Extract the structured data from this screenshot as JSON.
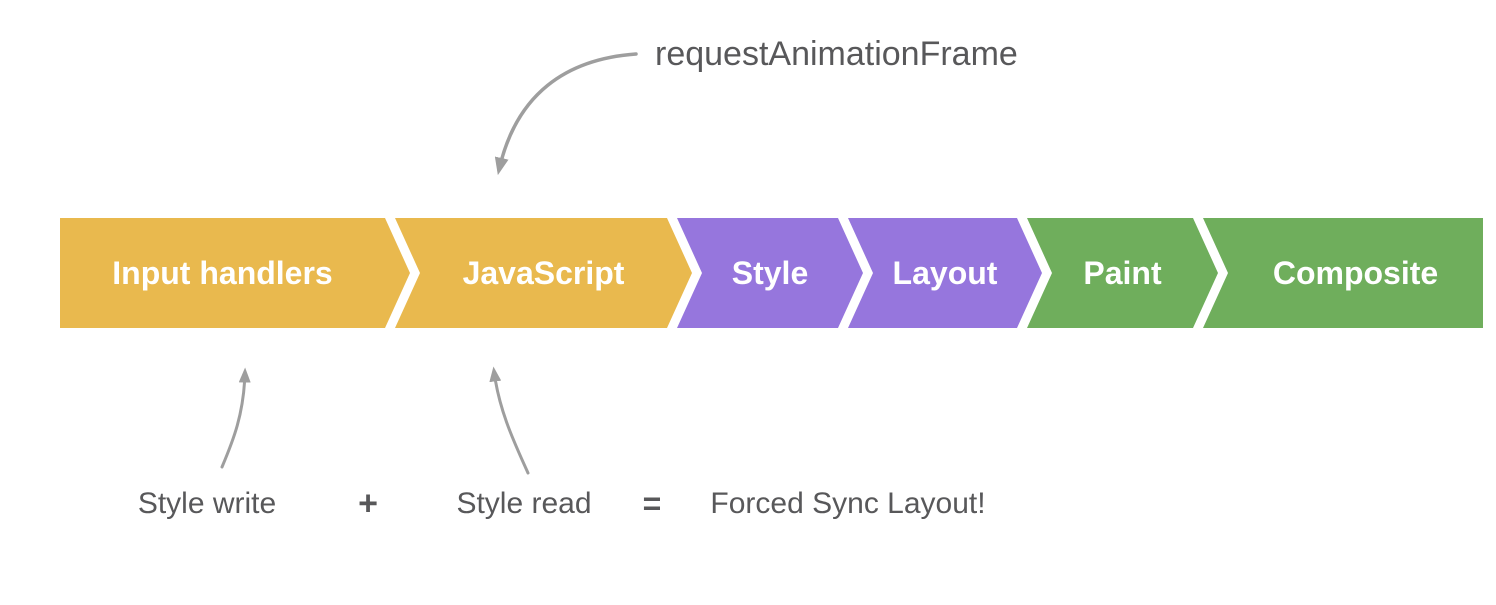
{
  "diagram": {
    "raf_label": "requestAnimationFrame",
    "pipeline": [
      {
        "label": "Input handlers",
        "color": "#E9B94E"
      },
      {
        "label": "JavaScript",
        "color": "#E9B94E"
      },
      {
        "label": "Style",
        "color": "#9676DD"
      },
      {
        "label": "Layout",
        "color": "#9676DD"
      },
      {
        "label": "Paint",
        "color": "#6FAE5C"
      },
      {
        "label": "Composite",
        "color": "#6FAE5C"
      }
    ],
    "equation": {
      "term1": "Style write",
      "operator_plus": "+",
      "term2": "Style read",
      "operator_equals": "=",
      "result": "Forced Sync Layout!"
    },
    "colors": {
      "arrow_gray": "#9E9E9E",
      "text_gray": "#58585A",
      "label_white": "#FFFFFF"
    }
  }
}
